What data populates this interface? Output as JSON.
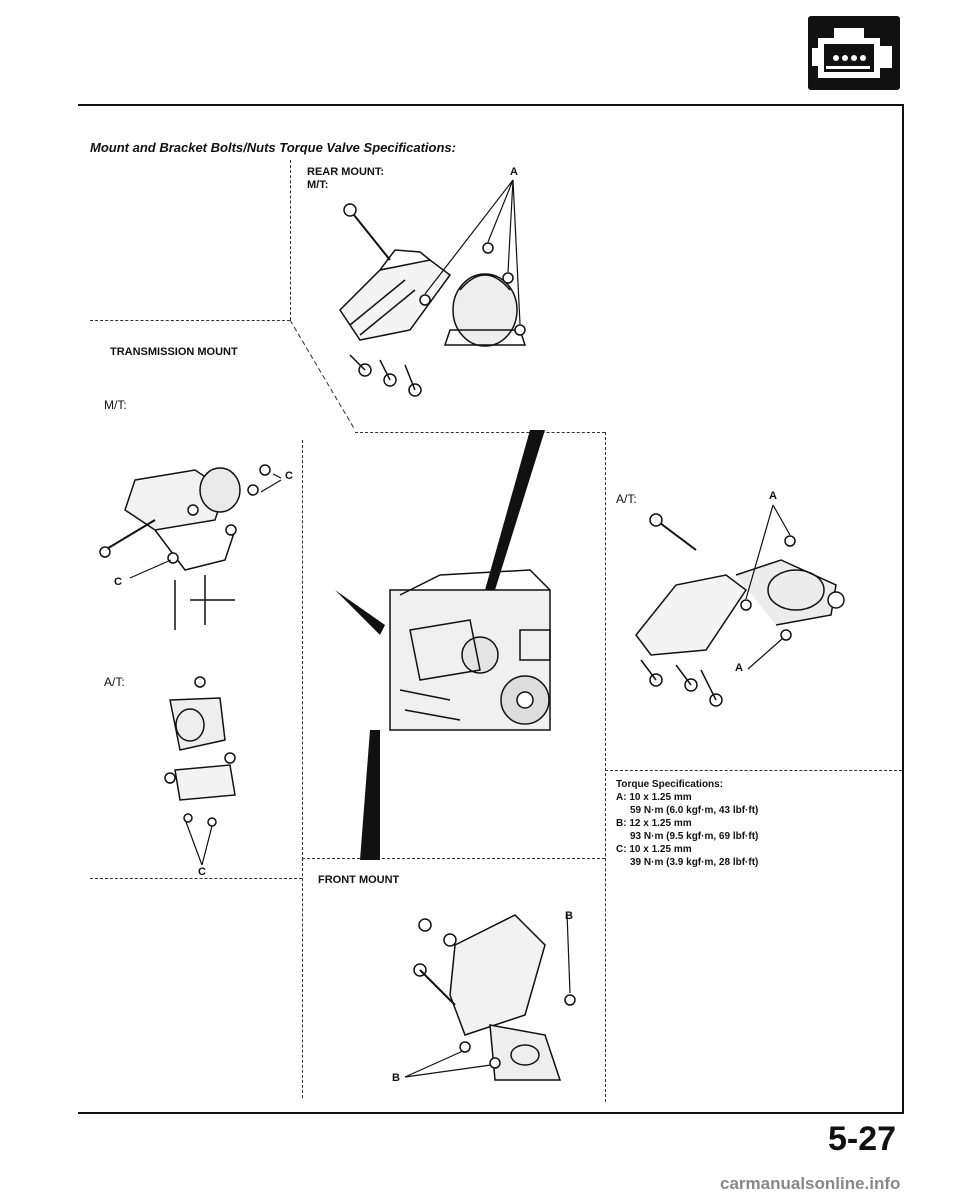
{
  "header": {
    "icon": "engine-block-icon"
  },
  "heading": "Mount and Bracket Bolts/Nuts Torque Valve Specifications:",
  "rear_mount": {
    "title": "REAR MOUNT:",
    "mt_label": "M/T:",
    "callout_a": "A"
  },
  "transmission_mount": {
    "title": "TRANSMISSION MOUNT",
    "mt_label": "M/T:",
    "at_label": "A/T:",
    "callout_c1": "C",
    "callout_c2": "C",
    "callout_c3": "C"
  },
  "rear_mount_at": {
    "at_label": "A/T:",
    "callout_a1": "A",
    "callout_a2": "A"
  },
  "front_mount": {
    "title": "FRONT MOUNT",
    "callout_b1": "B",
    "callout_b2": "B"
  },
  "torque": {
    "title": "Torque Specifications:",
    "a_size": "A: 10 x 1.25 mm",
    "a_value": "59 N·m (6.0 kgf·m, 43 lbf·ft)",
    "b_size": "B: 12 x 1.25 mm",
    "b_value": "93 N·m (9.5 kgf·m, 69 lbf·ft)",
    "c_size": "C: 10 x 1.25 mm",
    "c_value": "39 N·m (3.9 kgf·m, 28 lbf·ft)"
  },
  "page_number": "5-27",
  "watermark": "carmanualsonline.info",
  "colors": {
    "ink": "#111111",
    "paper": "#ffffff"
  }
}
